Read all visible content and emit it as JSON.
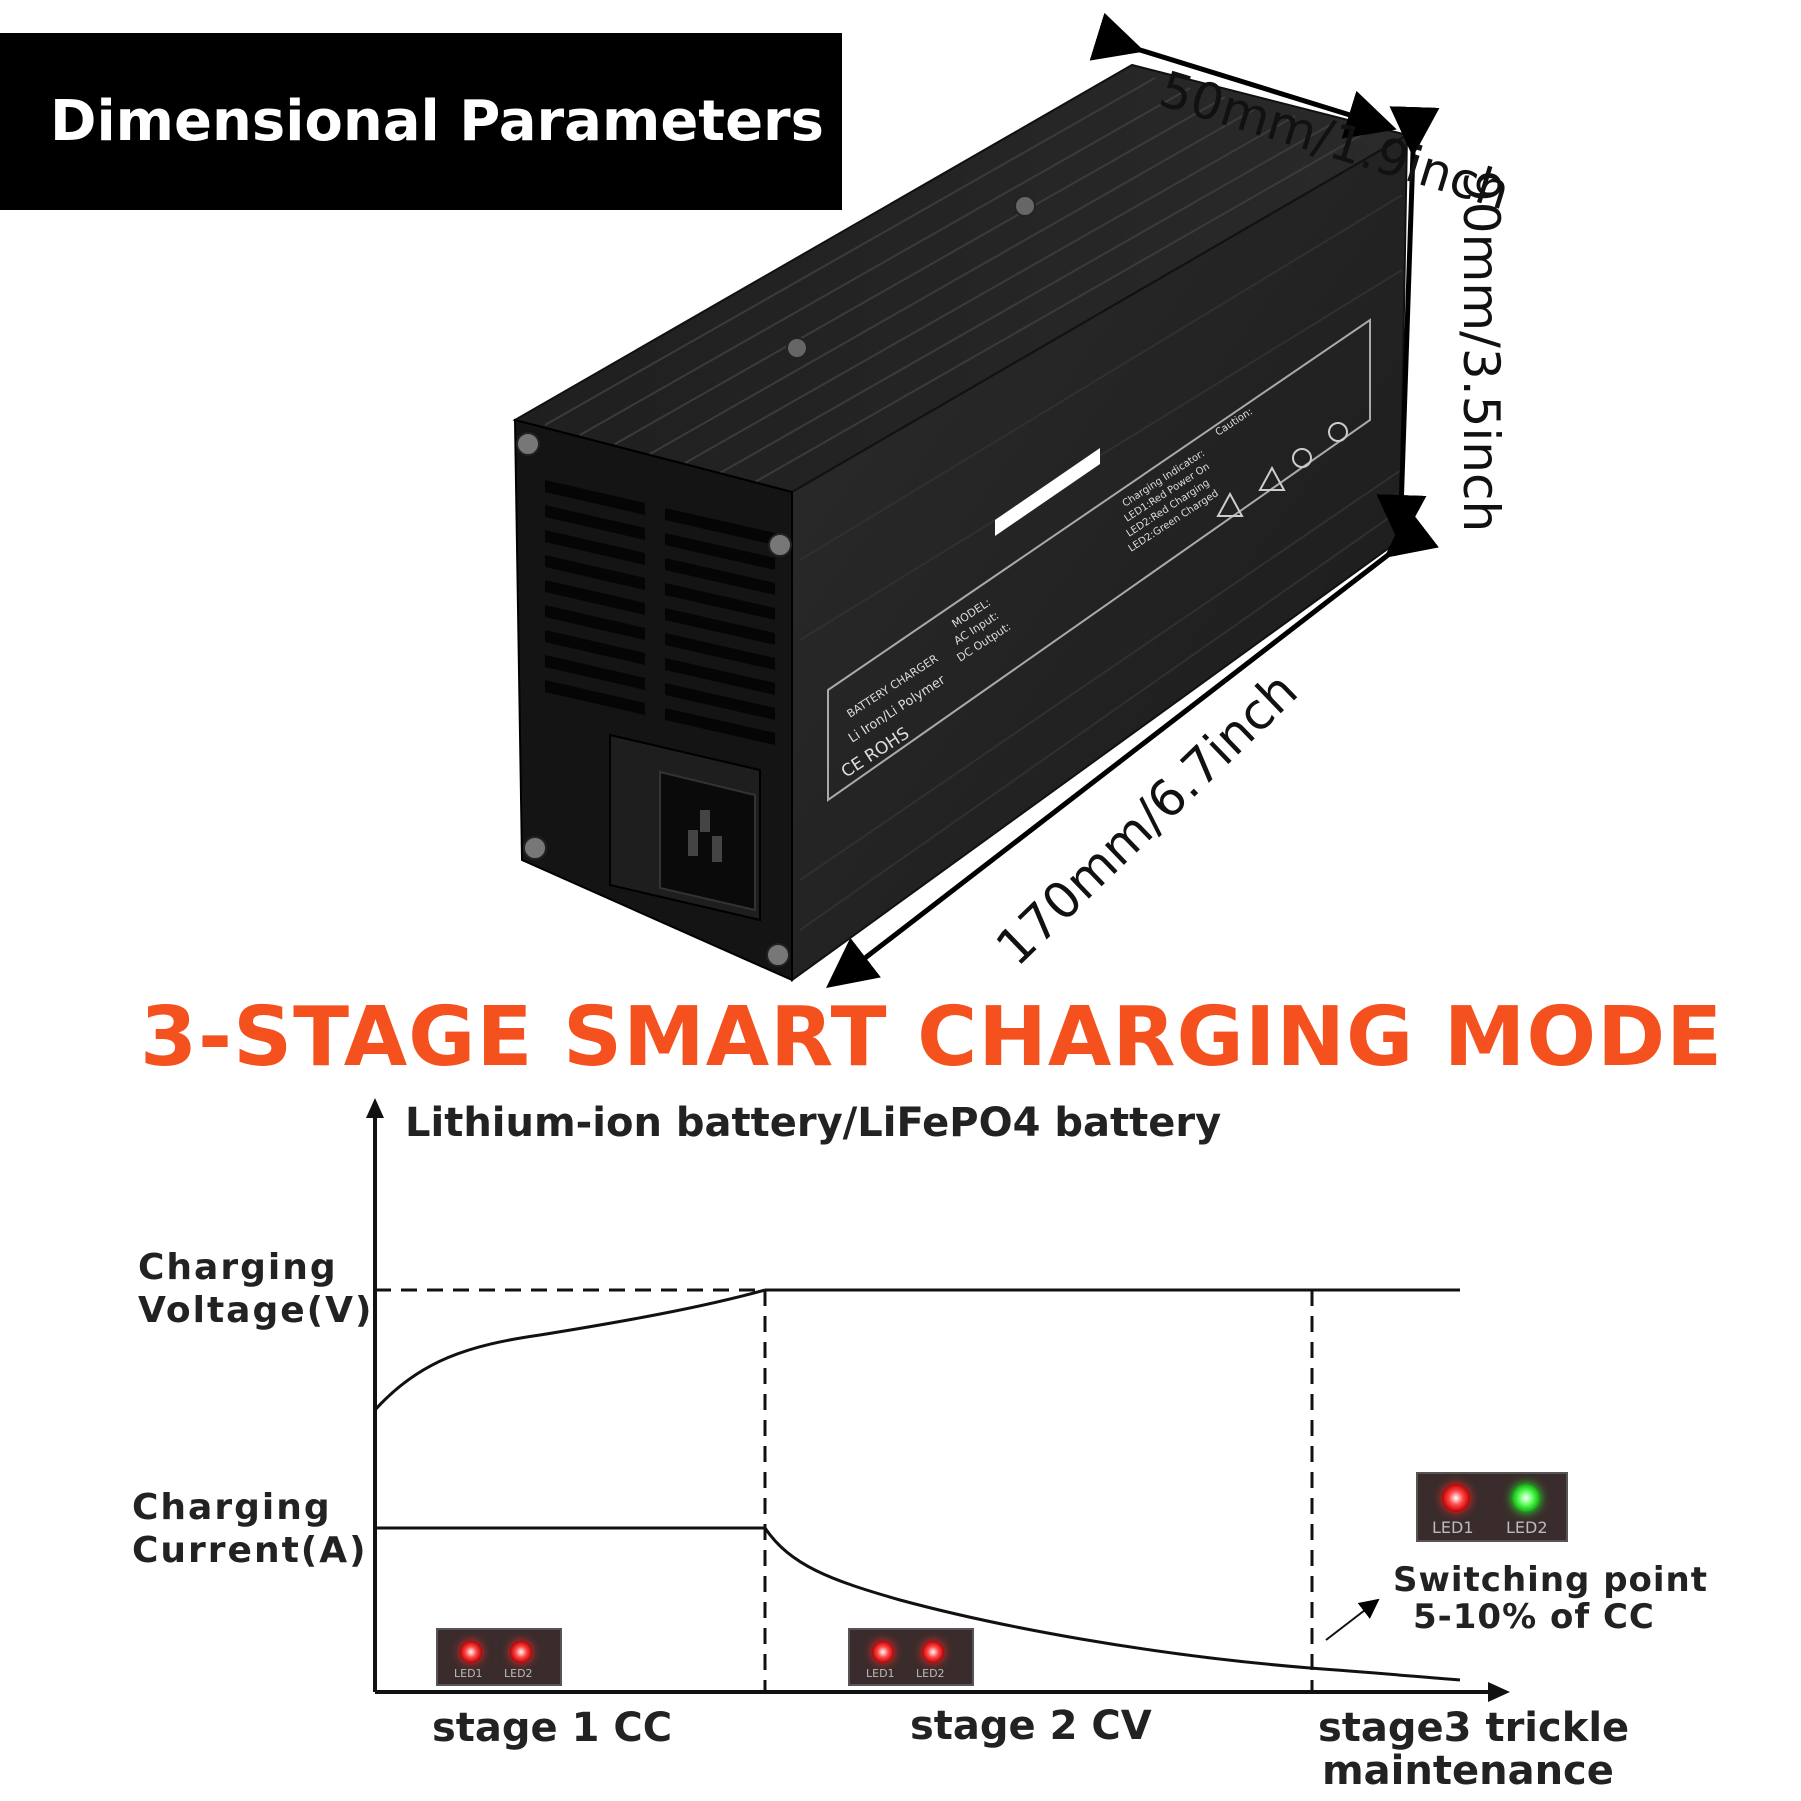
{
  "header": {
    "title": "Dimensional Parameters"
  },
  "dimensions": {
    "width": "50mm/1.9inch",
    "height": "90mm/3.5inch",
    "length": "170mm/6.7inch"
  },
  "charger": {
    "brand_line_1": "BATTERY CHARGER",
    "brand_line_2": "Li Iron/Li Polymer",
    "certs": "CE ROHS",
    "model_label": "MODEL:",
    "ac_input": "AC Input:",
    "dc_output": "DC Output:",
    "indicator_title": "Charging Indicator:",
    "indicator_1": "LED1:Red Power On",
    "indicator_2": "LED2:Red Charging",
    "indicator_3": "LED2:Green Charged",
    "caution": "Caution:"
  },
  "charging": {
    "title": "3-STAGE SMART CHARGING MODE",
    "battery_type": "Lithium-ion battery/LiFePO4 battery",
    "voltage_label": [
      "Charging",
      "Voltage(V)"
    ],
    "current_label": [
      "Charging",
      "Current(A)"
    ],
    "switching_point": [
      "Switching point",
      "5-10% of CC"
    ],
    "stages": {
      "stage1": "stage 1 CC",
      "stage2": "stage 2 CV",
      "stage3": [
        "stage3 trickle",
        "maintenance"
      ]
    },
    "led_labels": [
      "LED1",
      "LED2"
    ]
  },
  "colors": {
    "title_orange": "#f4511e",
    "led_red": "#ff2a2a",
    "led_green": "#30ff30",
    "banner_bg": "#000000"
  }
}
